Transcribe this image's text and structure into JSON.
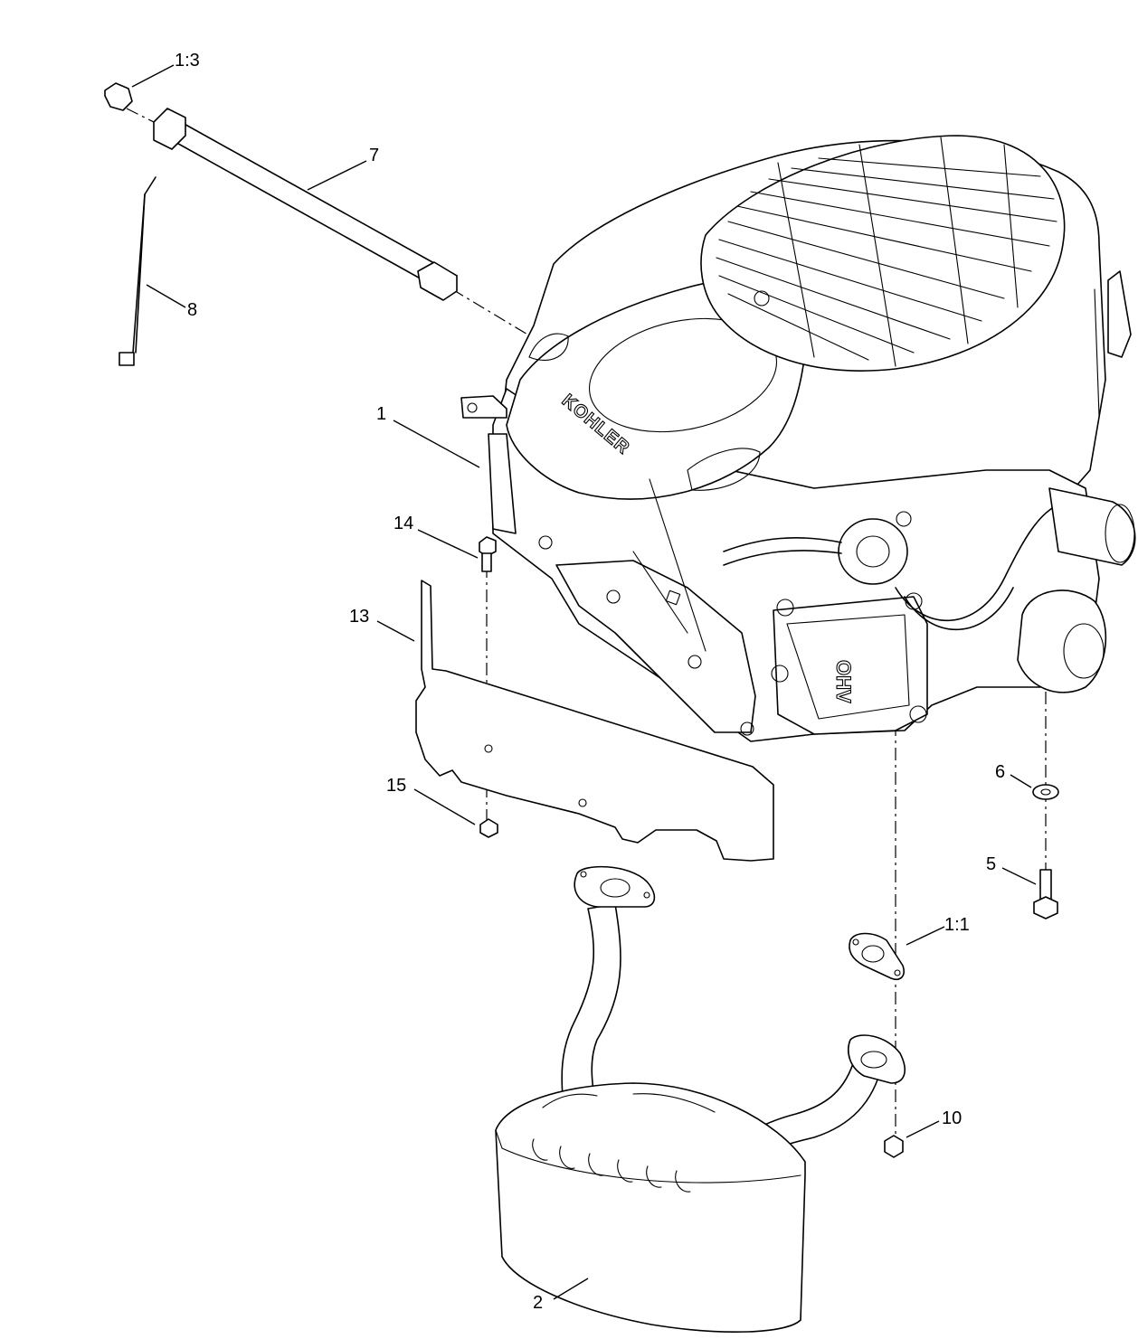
{
  "callouts": {
    "c1_3": "1:3",
    "c7": "7",
    "c8": "8",
    "c1": "1",
    "c14": "14",
    "c13": "13",
    "c15": "15",
    "c6": "6",
    "c5": "5",
    "c1_1": "1:1",
    "c10": "10",
    "c2": "2"
  },
  "branding": {
    "engine_brand": "KOHLER",
    "valve_cover": "OHV"
  }
}
